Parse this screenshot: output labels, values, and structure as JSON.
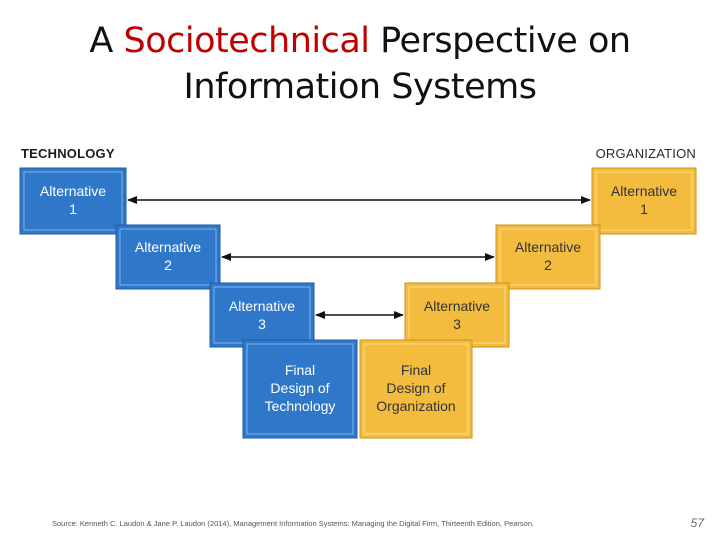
{
  "slide": {
    "title_part1": "A ",
    "title_highlight": "Sociotechnical",
    "title_part2": " Perspective on",
    "title_line2": "Information Systems",
    "title_highlight_color": "#c00000"
  },
  "diagram": {
    "left_heading": "TECHNOLOGY",
    "right_heading": "ORGANIZATION",
    "technology_boxes": [
      {
        "line1": "Alternative",
        "line2": "1"
      },
      {
        "line1": "Alternative",
        "line2": "2"
      },
      {
        "line1": "Alternative",
        "line2": "3"
      },
      {
        "line1": "Final",
        "line2": "Design of",
        "line3": "Technology"
      }
    ],
    "organization_boxes": [
      {
        "line1": "Alternative",
        "line2": "1"
      },
      {
        "line1": "Alternative",
        "line2": "2"
      },
      {
        "line1": "Alternative",
        "line2": "3"
      },
      {
        "line1": "Final",
        "line2": "Design of",
        "line3": "Organization"
      }
    ],
    "technology_color": "#2f78c9",
    "organization_color": "#f3bc3f"
  },
  "footer": {
    "source": "Source: Kenneth C. Laudon & Jane P. Laudon (2014), Management Information Systems: Managing the Digital Firm, Thirteenth Edition, Pearson.",
    "page_number": "57"
  }
}
